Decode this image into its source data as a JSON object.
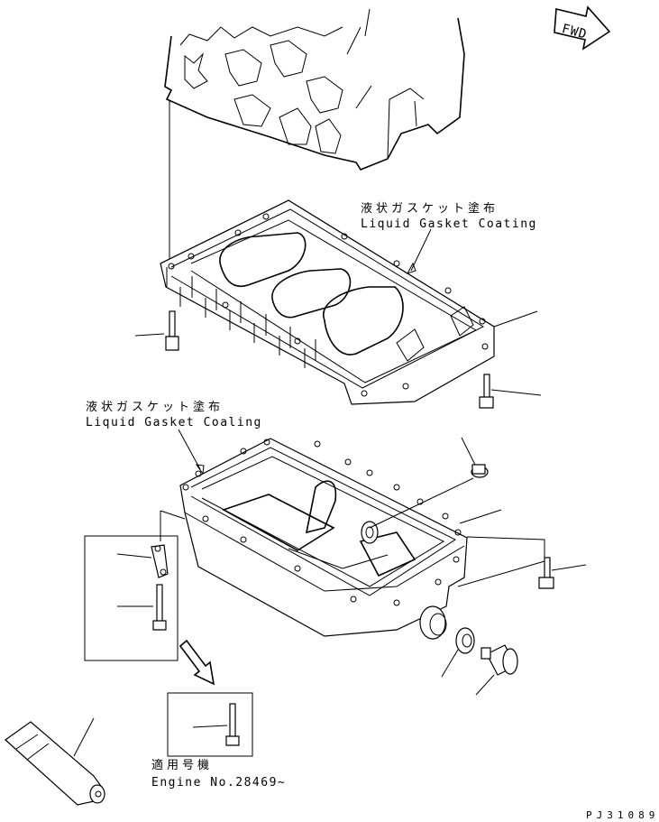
{
  "fwd_label": "FWD",
  "upper_gasket": {
    "jp": "液状ガスケット塗布",
    "en": "Liquid Gasket Coating"
  },
  "lower_gasket": {
    "jp": "液状ガスケット塗布",
    "en": "Liquid Gasket Coaling"
  },
  "applicable": {
    "jp": "適用号機",
    "en": "Engine No.28469~"
  },
  "part_number": "PJ31089",
  "icons": [
    "fwd-arrow-icon",
    "down-arrow-icon",
    "gasket-tube-icon"
  ]
}
